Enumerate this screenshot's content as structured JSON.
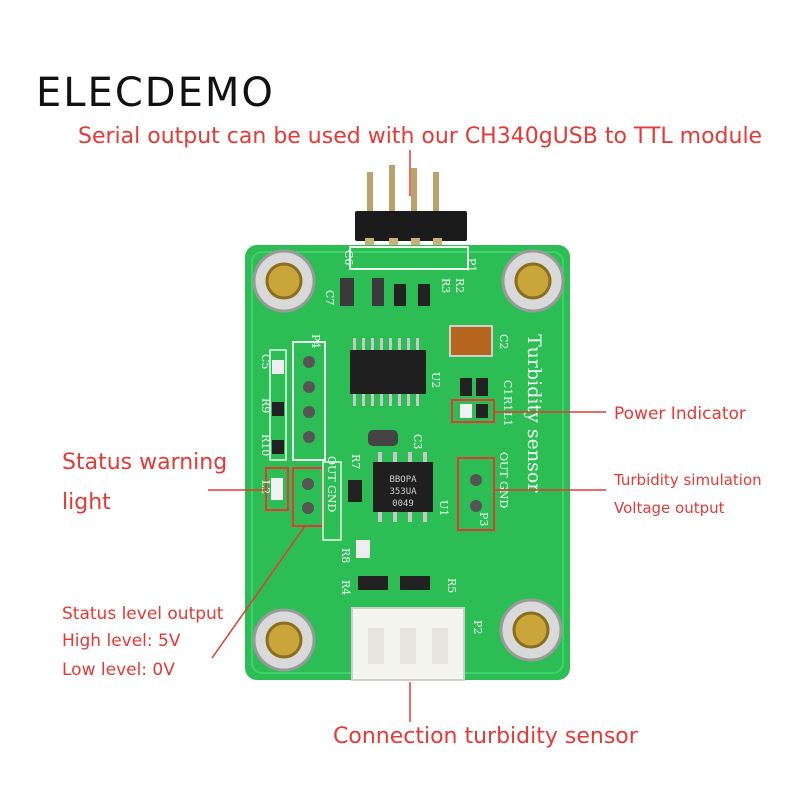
{
  "brand": "ELECDEMO",
  "captions": {
    "serial": "Serial output can be used with our CH340gUSB to TTL module",
    "power": "Power Indicator",
    "turbidity_sim_1": "Turbidity simulation",
    "turbidity_sim_2": "Voltage output",
    "status_warning_1": "Status warning",
    "status_warning_2": "light",
    "status_level_1": "Status level output",
    "status_level_2": "High level: 5V",
    "status_level_3": "Low level: 0V",
    "connection": "Connection turbidity sensor"
  },
  "board": {
    "title": "Turbidity sensor",
    "chip_top": "BBOPA",
    "chip_mid": "353UA",
    "chip_bot": "0049",
    "labels": {
      "p1": "P1",
      "p2": "P2",
      "p3": "P3",
      "p4": "P4",
      "c1": "C1",
      "c2": "C2",
      "c3": "C3",
      "c5": "C5",
      "c6": "C6",
      "c7": "C7",
      "r1": "R1",
      "r2": "R2",
      "r3": "R3",
      "r4": "R4",
      "r5": "R5",
      "r7": "R7",
      "r8": "R8",
      "r9": "R9",
      "r10": "R10",
      "l1": "L1",
      "l2": "L2",
      "u1": "U1",
      "u2": "U2",
      "out_gnd_right": "OUT GND",
      "out_gnd_left": "OUT GND"
    }
  },
  "colors": {
    "pcb": "#2dbd55",
    "annotation": "#e53935"
  }
}
